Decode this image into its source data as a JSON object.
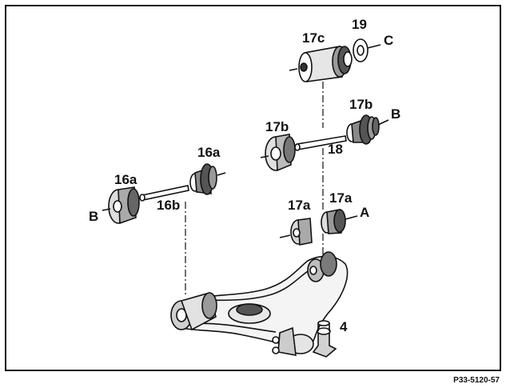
{
  "labels": {
    "l19": "19",
    "l17c": "17c",
    "lC": "C",
    "l17b_right": "17b",
    "lB_right": "B",
    "l17b_left": "17b",
    "l18": "18",
    "l16a_right": "16a",
    "l16a_left": "16a",
    "lB_left": "B",
    "l16b": "16b",
    "l17a_left": "17a",
    "l17a_right": "17a",
    "lA": "A",
    "l4": "4"
  },
  "figure_code": "P33-5120-57",
  "colors": {
    "ink": "#111111",
    "paper": "#ffffff",
    "shade": "#8a8a8a"
  }
}
